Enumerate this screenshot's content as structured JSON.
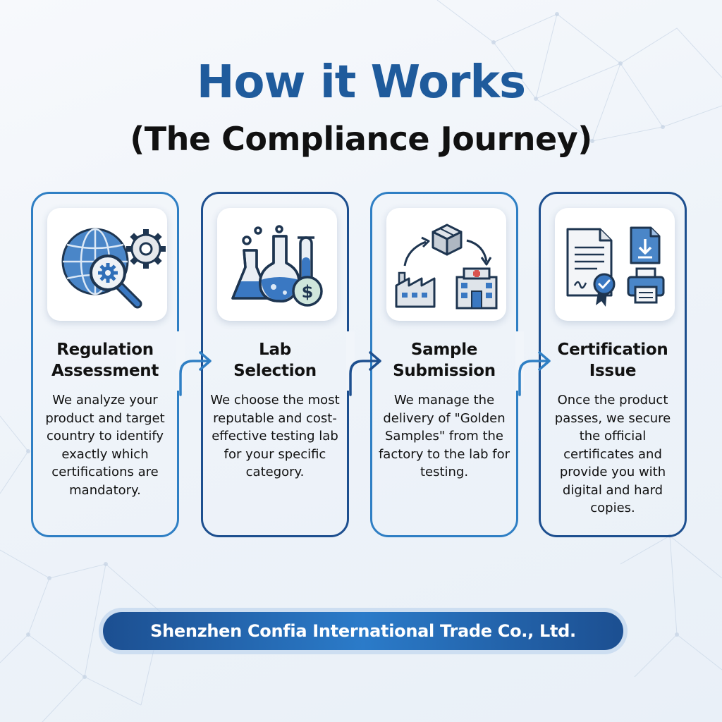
{
  "header": {
    "title": "How it Works",
    "subtitle": "(The Compliance Journey)"
  },
  "steps": [
    {
      "title_line1": "Regulation",
      "title_line2": "Assessment",
      "description": "We analyze your product and target country to identify exactly which certifications are mandatory.",
      "icon": "globe-gear-magnifier-icon"
    },
    {
      "title_line1": "Lab",
      "title_line2": "Selection",
      "description": "We choose the most reputable and cost-effective testing lab for your specific category.",
      "icon": "lab-flasks-dollar-icon"
    },
    {
      "title_line1": "Sample",
      "title_line2": "Submission",
      "description": "We manage the delivery of \"Golden Samples\" from the factory to the lab for testing.",
      "icon": "factory-box-lab-icon"
    },
    {
      "title_line1": "Certification",
      "title_line2": "Issue",
      "description": "Once the product passes, we secure the official certificates and provide you with digital and hard copies.",
      "icon": "certificate-download-printer-icon"
    }
  ],
  "footer": {
    "company": "Shenzhen Confia International Trade Co., Ltd."
  },
  "colors": {
    "title_blue": "#1f5b9c",
    "border_light": "#2f7fc4",
    "border_dark": "#1d4f8f",
    "icon_blue": "#3a78c2",
    "icon_dark": "#1e3550"
  }
}
